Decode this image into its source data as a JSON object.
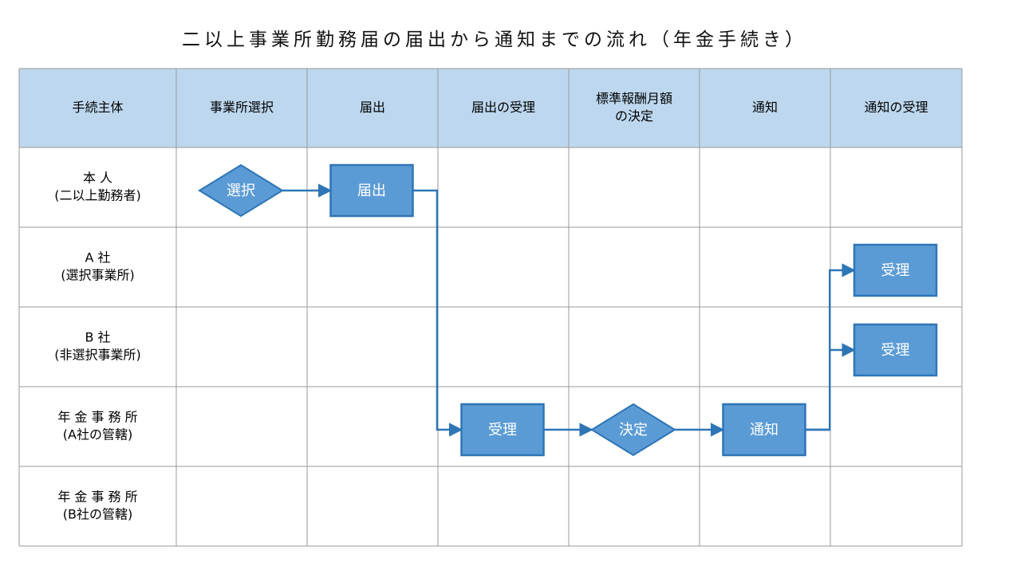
{
  "title": "二以上事業所勤務届の届出から通知までの流れ（年金手続き）",
  "colors": {
    "header_fill": "#bdd7ee",
    "grid_line": "#9a9a9a",
    "node_fill": "#5b9bd5",
    "node_stroke": "#2e75b6",
    "arrow": "#2e75b6"
  },
  "columns": [
    {
      "lines": [
        "手続主体"
      ]
    },
    {
      "lines": [
        "事業所選択"
      ]
    },
    {
      "lines": [
        "届出"
      ]
    },
    {
      "lines": [
        "届出の受理"
      ]
    },
    {
      "lines": [
        "標準報酬月額",
        "の決定"
      ]
    },
    {
      "lines": [
        "通知"
      ]
    },
    {
      "lines": [
        "通知の受理"
      ]
    }
  ],
  "rows": [
    {
      "lines": [
        "本 人",
        "(二以上勤務者)"
      ]
    },
    {
      "lines": [
        "A 社",
        "(選択事業所)"
      ]
    },
    {
      "lines": [
        "B 社",
        "(非選択事業所)"
      ]
    },
    {
      "lines": [
        "年 金 事 務 所",
        "(A社の管轄)"
      ]
    },
    {
      "lines": [
        "年 金 事 務 所",
        "(B社の管轄)"
      ]
    }
  ],
  "nodes": [
    {
      "id": "select",
      "shape": "diamond",
      "label": "選択",
      "col": 1,
      "row": 0
    },
    {
      "id": "submit",
      "shape": "rect",
      "label": "届出",
      "col": 2,
      "row": 0
    },
    {
      "id": "accept",
      "shape": "rect",
      "label": "受理",
      "col": 3,
      "row": 3
    },
    {
      "id": "decide",
      "shape": "diamond",
      "label": "決定",
      "col": 4,
      "row": 3
    },
    {
      "id": "notify",
      "shape": "rect",
      "label": "通知",
      "col": 5,
      "row": 3
    },
    {
      "id": "receive-a",
      "shape": "rect",
      "label": "受理",
      "col": 6,
      "row": 1
    },
    {
      "id": "receive-b",
      "shape": "rect",
      "label": "受理",
      "col": 6,
      "row": 2
    }
  ],
  "edges": [
    {
      "from": "select",
      "to": "submit"
    },
    {
      "from": "submit",
      "to": "accept"
    },
    {
      "from": "accept",
      "to": "decide"
    },
    {
      "from": "decide",
      "to": "notify"
    },
    {
      "from": "notify",
      "to": "receive-a"
    },
    {
      "from": "notify",
      "to": "receive-b"
    }
  ]
}
